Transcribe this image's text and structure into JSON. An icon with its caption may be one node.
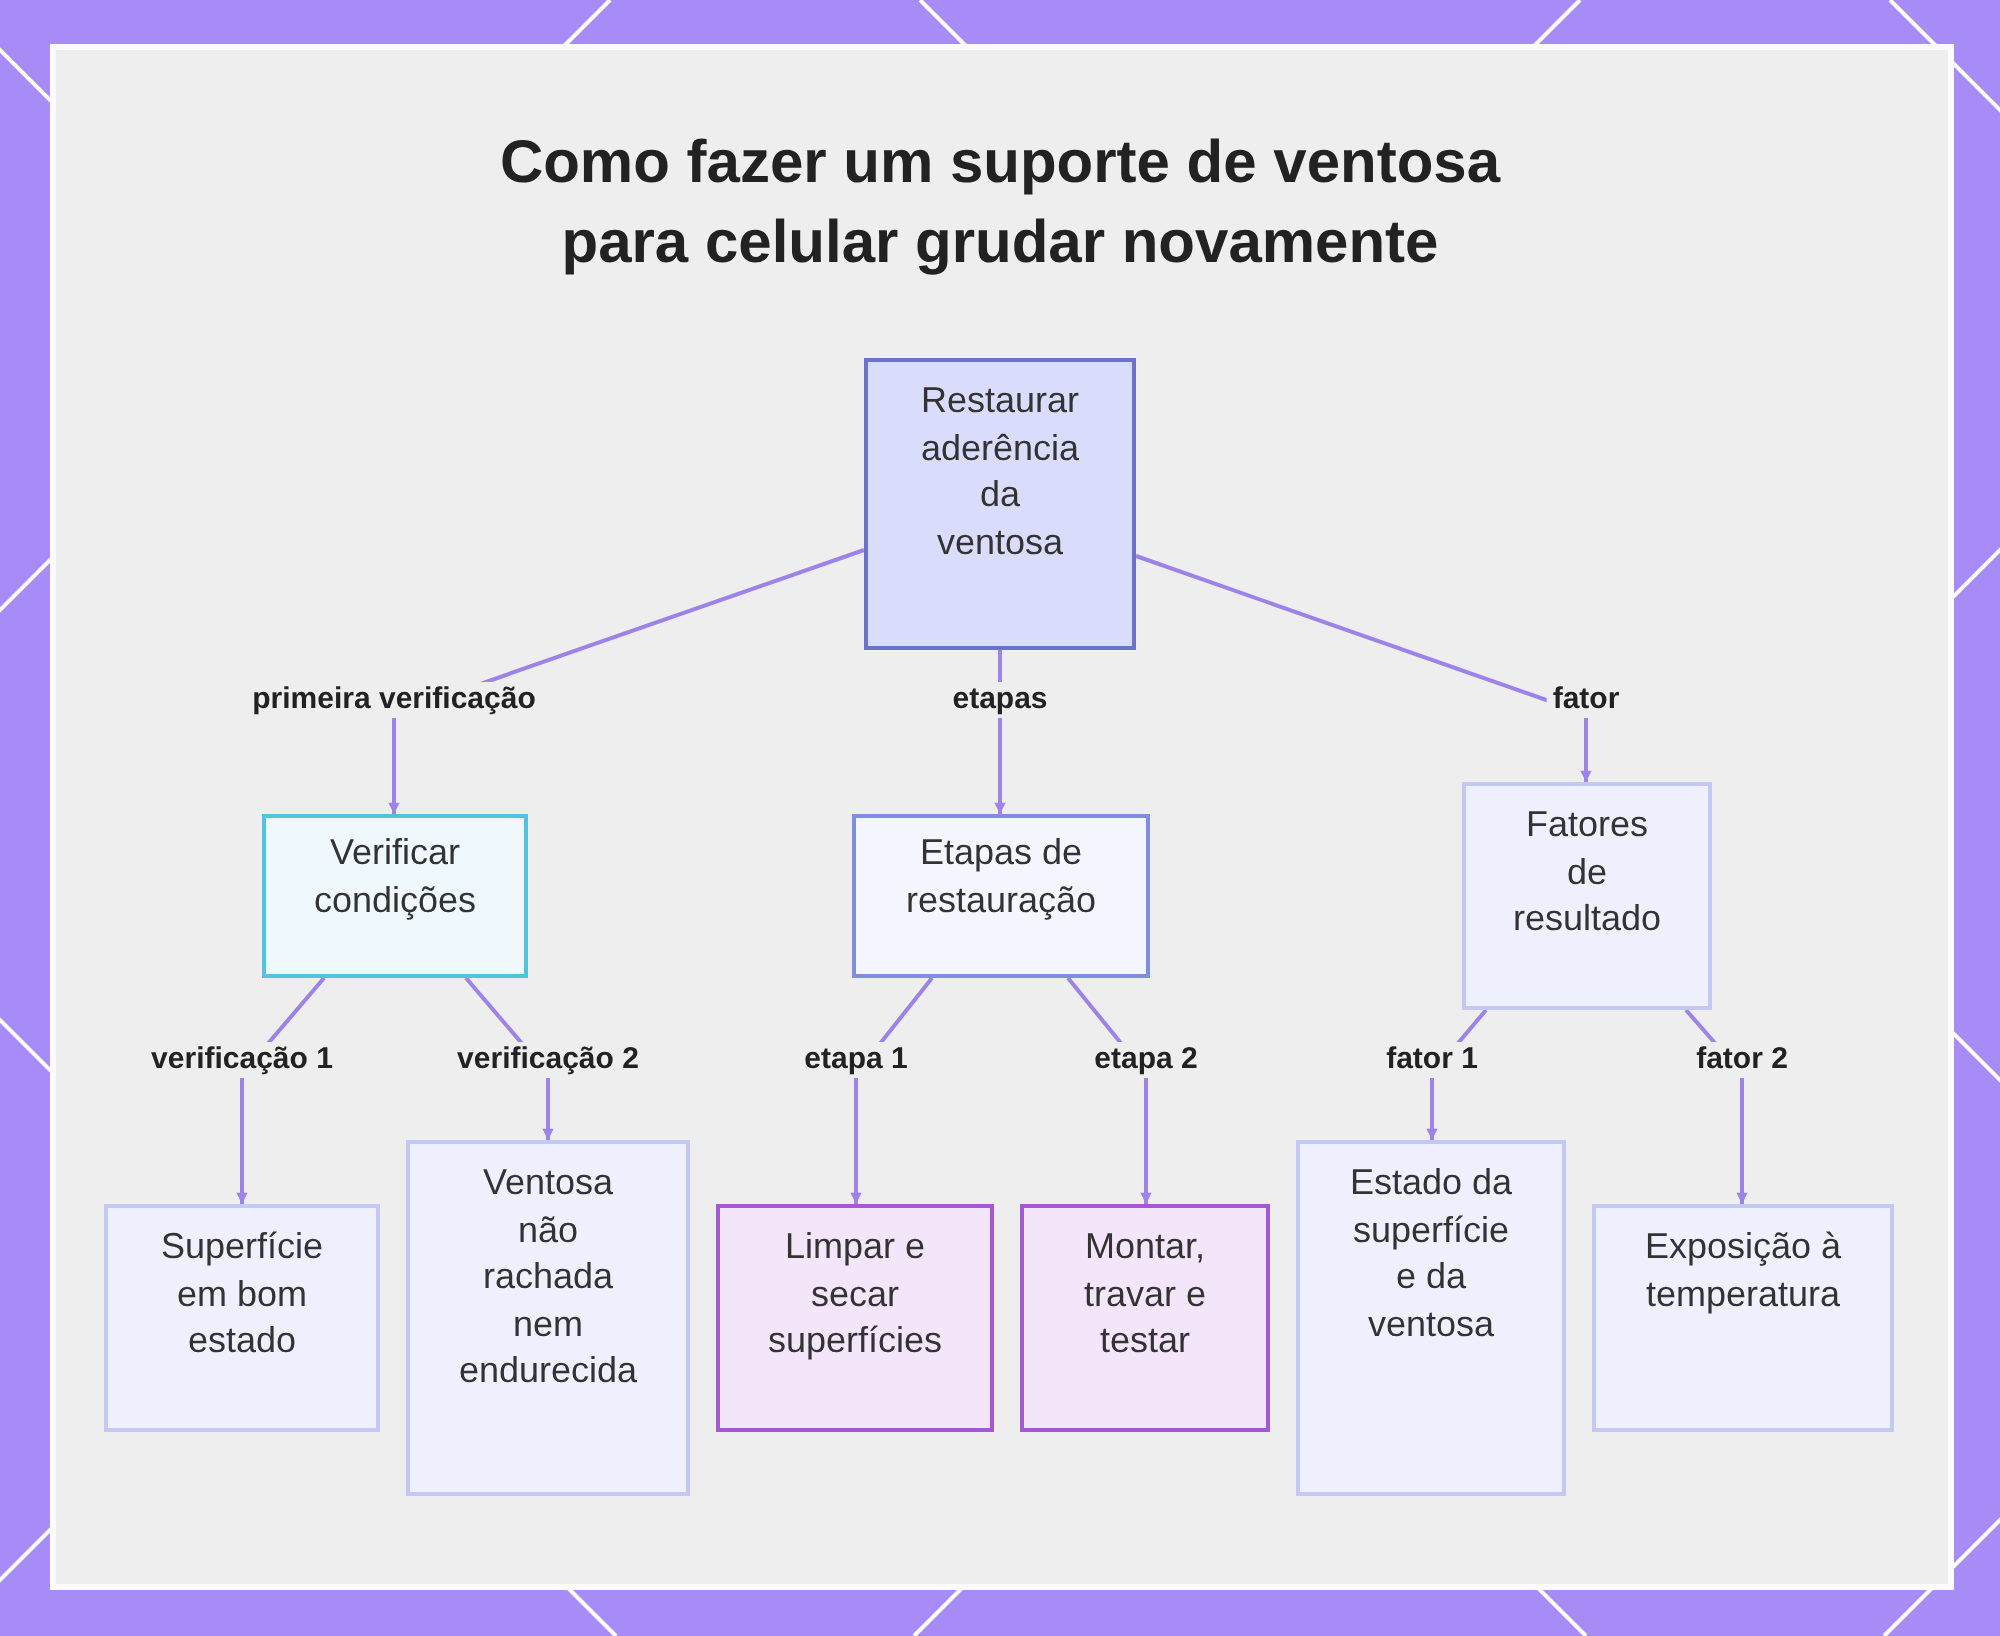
{
  "diagram": {
    "title": "Como fazer um suporte de ventosa para celular grudar novamente",
    "nodes": [
      {
        "text": [
          "Restaurar aderência da ventosa"
        ]
      },
      {
        "text": [
          "Verificar condições"
        ]
      },
      {
        "text": [
          "Etapas de restauração"
        ]
      },
      {
        "text": [
          "Fatores de resultado"
        ]
      },
      {
        "text": [
          "Superfície em bom estado"
        ]
      },
      {
        "text": [
          "Ventosa não rachada nem endurecida"
        ]
      },
      {
        "text": [
          "Limpar e secar superfícies"
        ]
      },
      {
        "text": [
          "Montar, travar e testar"
        ]
      },
      {
        "text": [
          "Estado da superfície e da ventosa"
        ]
      },
      {
        "text": [
          "Exposição à temperatura"
        ]
      }
    ],
    "edges": [
      {
        "from": 0,
        "to": 1,
        "arrow": "to",
        "label": "primeira verificação"
      },
      {
        "from": 0,
        "to": 2,
        "arrow": "to",
        "label": "etapas"
      },
      {
        "from": 0,
        "to": 3,
        "arrow": "to",
        "label": "fator"
      },
      {
        "from": 1,
        "to": 4,
        "arrow": "to",
        "label": "verificação 1"
      },
      {
        "from": 1,
        "to": 5,
        "arrow": "to",
        "label": "verificação 2"
      },
      {
        "from": 2,
        "to": 6,
        "arrow": "to",
        "label": "etapa 1"
      },
      {
        "from": 2,
        "to": 7,
        "arrow": "to",
        "label": "etapa 2"
      },
      {
        "from": 3,
        "to": 8,
        "arrow": "to",
        "label": "fator 1"
      },
      {
        "from": 3,
        "to": 9,
        "arrow": "to",
        "label": "fator 2"
      }
    ]
  }
}
